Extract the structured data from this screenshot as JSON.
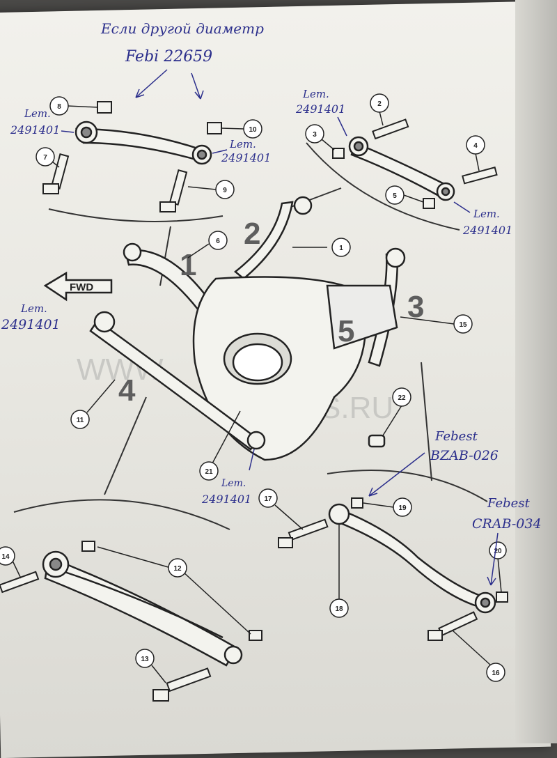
{
  "handwritten": {
    "top_line1": "Если другой диаметр",
    "top_line2": "Febi 22659",
    "lem_label": "Lem.",
    "lem_number": "2491401",
    "febest_label": "Febest",
    "febest_code_1": "BZAB-026",
    "febest_code_2": "CRAB-034"
  },
  "printed": {
    "fwd_label": "FWD",
    "watermark_left": "WWW",
    "watermark_right": "S.RU",
    "group_numbers": [
      "1",
      "2",
      "3",
      "4",
      "5"
    ],
    "callouts": [
      "1",
      "2",
      "3",
      "4",
      "5",
      "6",
      "7",
      "8",
      "9",
      "10",
      "11",
      "12",
      "13",
      "14",
      "15",
      "16",
      "17",
      "18",
      "19",
      "20",
      "21",
      "22"
    ]
  },
  "colors": {
    "ink": "#2c2f8c",
    "line": "#333333",
    "group_number": "#5e5e5e"
  }
}
